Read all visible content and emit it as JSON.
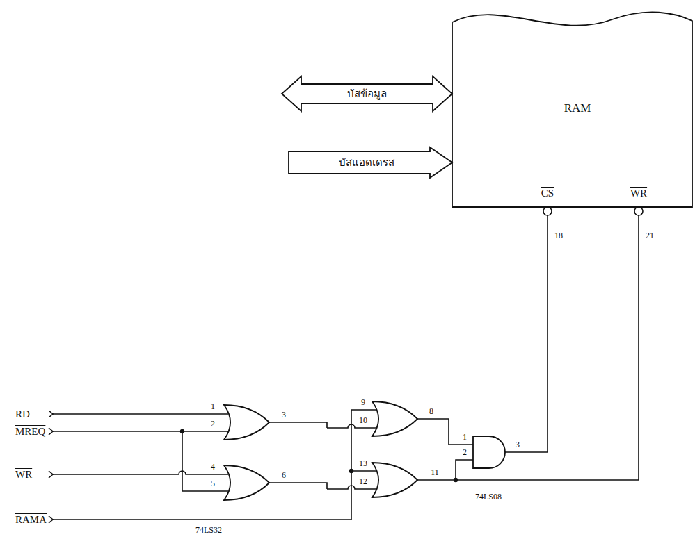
{
  "diagram": {
    "nodes": [
      {
        "text": [
          "RAM",
          "CS",
          "WR"
        ]
      },
      {
        "text": [
          "บัสข้อมูล"
        ]
      },
      {
        "text": [
          "บัสแอดเดรส"
        ]
      }
    ],
    "labels": [
      "RD",
      "MREQ",
      "WR",
      "RAMA",
      "1",
      "2",
      "3",
      "4",
      "5",
      "6",
      "9",
      "10",
      "8",
      "13",
      "12",
      "11",
      "1",
      "2",
      "3",
      "74LS32",
      "74LS08",
      "18",
      "21"
    ]
  }
}
